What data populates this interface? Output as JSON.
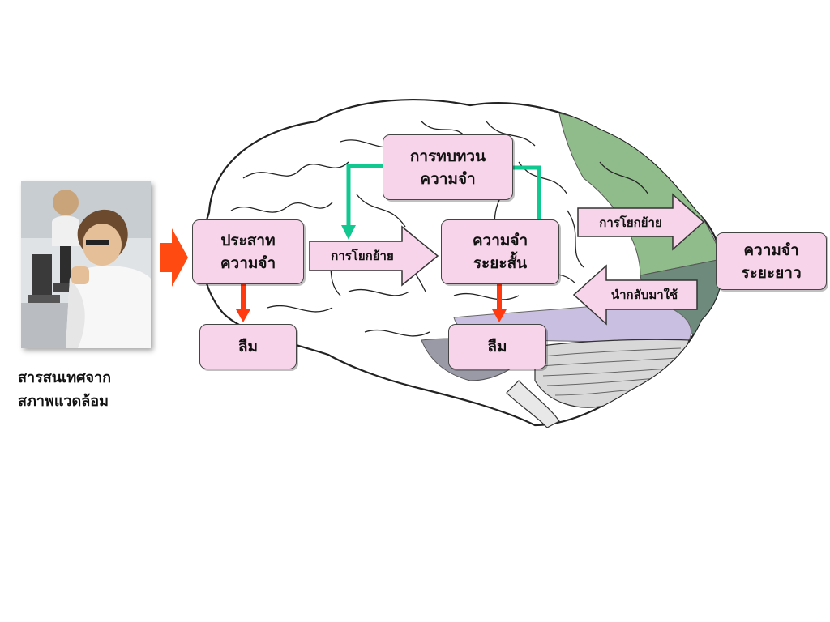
{
  "photo": {
    "description_icon": "scientist-microscope-icon"
  },
  "caption": "สารสนเทศจาก\nสภาพแวดล้อม",
  "boxes": {
    "sensory": "ประสาท\nความจำ",
    "rehearsal": "การทบทวน\nความจำ",
    "short_term": "ความจำ\nระยะสั้น",
    "long_term": "ความจำ\nระยะยาว",
    "forget_1": "ลืม",
    "forget_2": "ลืม"
  },
  "arrows": {
    "transfer_1": "การโยกย้าย",
    "transfer_2": "การโยกย้าย",
    "retrieve": "นำกลับมาใช้"
  },
  "colors": {
    "box_fill": "#f8d4ea",
    "input_arrow": "#ff4a12",
    "forget_arrow": "#ff3a10",
    "rehearsal_loop": "#10c890",
    "brain_frontal_green": "#8fbc8a",
    "brain_lobe_purple": "#c9bfe0",
    "brain_stem_gray": "#9a9aa6"
  }
}
